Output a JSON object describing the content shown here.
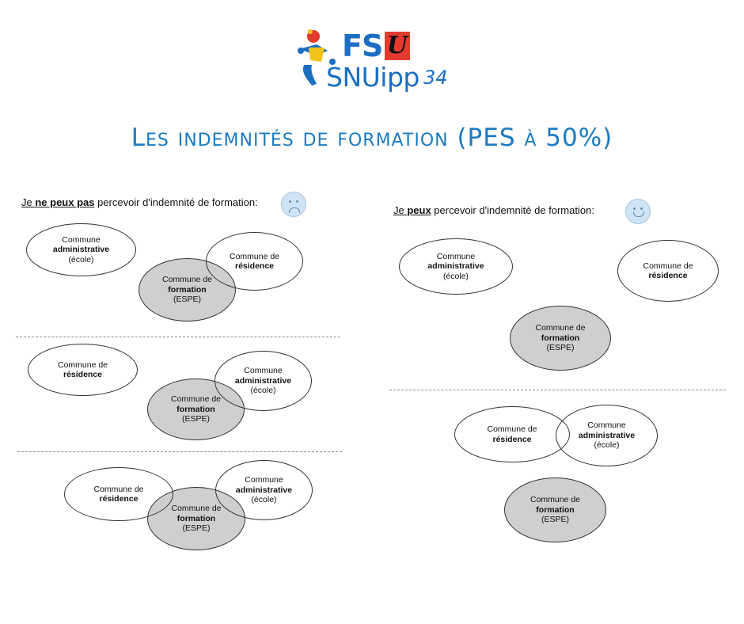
{
  "logo": {
    "fsu": "FS",
    "u": "U",
    "snuipp": "SNUipp",
    "num": "34"
  },
  "title": "Les indemnités de formation (PES à 50%)",
  "left_panel": {
    "intro_prefix": "Je ",
    "intro_bold": "ne peux pas",
    "intro_suffix": " percevoir d'indemnité de formation:",
    "smiley": "sad-face-icon"
  },
  "right_panel": {
    "intro_prefix": "Je ",
    "intro_bold": "peux",
    "intro_suffix": " percevoir d'indemnité de formation:",
    "smiley": "happy-face-icon"
  },
  "labels": {
    "commune": "Commune",
    "commune_de": "Commune de",
    "administrative": "administrative",
    "ecole": "(école)",
    "residence": "résidence",
    "formation": "formation",
    "espe": "(ESPE)"
  },
  "colors": {
    "brand_blue": "#1b6fc2",
    "title_blue": "#1b7bc2",
    "formation_fill": "#cfcfcf",
    "smiley_fill": "#cfe3f5"
  }
}
